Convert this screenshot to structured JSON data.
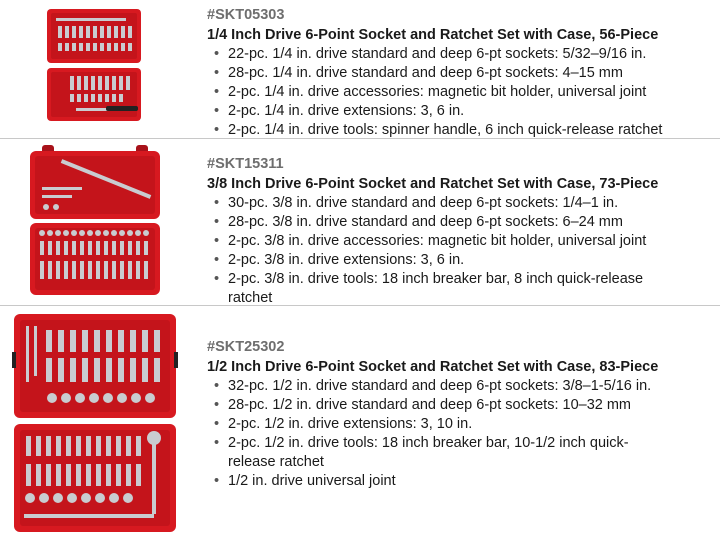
{
  "products": [
    {
      "sku": "#SKT05303",
      "title": "1/4 Inch Drive 6-Point Socket and Ratchet Set with Case, 56-Piece",
      "image_icon": "red-socket-case-image",
      "features": [
        "22-pc. 1/4 in. drive standard and deep 6-pt sockets: 5/32–9/16 in.",
        "28-pc. 1/4 in. drive standard and deep 6-pt sockets: 4–15 mm",
        "2-pc. 1/4 in. drive accessories: magnetic bit holder, universal joint",
        "2-pc. 1/4 in. drive extensions: 3, 6 in.",
        "2-pc. 1/4 in. drive tools: spinner handle, 6 inch quick-release ratchet"
      ]
    },
    {
      "sku": "#SKT15311",
      "title": "3/8 Inch Drive 6-Point Socket and Ratchet Set with Case, 73-Piece",
      "image_icon": "red-socket-case-image",
      "features": [
        "30-pc. 3/8 in. drive standard and deep 6-pt sockets: 1/4–1 in.",
        "28-pc. 3/8 in. drive standard and deep 6-pt sockets: 6–24 mm",
        "2-pc. 3/8 in. drive accessories: magnetic bit holder, universal joint",
        "2-pc. 3/8 in. drive extensions: 3, 6 in.",
        "2-pc. 3/8 in. drive tools: 18 inch breaker bar, 8 inch quick-release ratchet"
      ]
    },
    {
      "sku": "#SKT25302",
      "title": "1/2 Inch Drive 6-Point Socket and Ratchet Set with Case, 83-Piece",
      "image_icon": "red-socket-case-image",
      "features": [
        "32-pc. 1/2 in. drive standard and deep 6-pt sockets: 3/8–1-5/16 in.",
        "28-pc. 1/2 in. drive standard and deep 6-pt sockets: 10–32 mm",
        "2-pc. 1/2 in. drive extensions: 3, 10 in.",
        "2-pc. 1/2 in. drive tools: 18 inch breaker bar, 10-1/2 inch quick-release ratchet",
        "1/2 in. drive universal joint"
      ]
    }
  ],
  "colors": {
    "case_red": "#d71920",
    "case_dark_red": "#a8121a",
    "socket_silver": "#c9ccd0",
    "divider": "#c8c8c8"
  }
}
